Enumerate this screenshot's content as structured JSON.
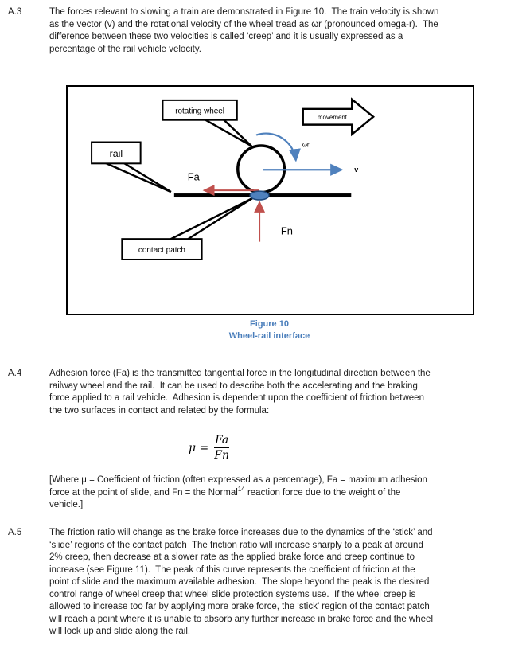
{
  "document": {
    "sections": [
      {
        "label": "A.3",
        "text": "The forces relevant to slowing a train are demonstrated in Figure 10.  The train velocity is shown\nas the vector (v) and the rotational velocity of the wheel tread as ωr (pronounced omega-r).  The\ndifference between these two velocities is called ‘creep’ and it is usually expressed as a\npercentage of the rail vehicle velocity."
      },
      {
        "label": "A.4",
        "text": "Adhesion force (Fa) is the transmitted tangential force in the longitudinal direction between the\nrailway wheel and the rail.  It can be used to describe both the accelerating and the braking\nforce applied to a rail vehicle.  Adhesion is dependent upon the coefficient of friction between\nthe two surfaces in contact and related by the formula:"
      },
      {
        "label": "A.5",
        "text": "The friction ratio will change as the brake force increases due to the dynamics of the ‘stick’ and\n‘slide’ regions of the contact patch  The friction ratio will increase sharply to a peak at around\n2% creep, then decrease at a slower rate as the applied brake force and creep continue to\nincrease (see Figure 11).  The peak of this curve represents the coefficient of friction at the\npoint of slide and the maximum available adhesion.  The slope beyond the peak is the desired\ncontrol range of wheel creep that wheel slide protection systems use.  If the wheel creep is\nallowed to increase too far by applying more brake force, the ‘stick’ region of the contact patch\nwill reach a point where it is unable to absorb any further increase in brake force and the wheel\nwill lock up and slide along the rail."
      }
    ],
    "formula": {
      "lhs": "μ =",
      "numerator": "Fa",
      "denominator": "Fn"
    },
    "where_note": {
      "before_sup": "[Where μ = Coefficient of friction (often expressed as a percentage), Fa = maximum adhesion\nforce at the point of slide, and Fn = the Normal",
      "sup": "14",
      "after_sup": " reaction force due to the weight of the\nvehicle.]"
    }
  },
  "figure": {
    "caption": {
      "line1": "Figure 10",
      "line2": "Wheel-rail interface"
    },
    "callouts": {
      "rotating_wheel": "rotating wheel",
      "rail": "rail",
      "contact_patch": "contact patch"
    },
    "movement_label": "movement",
    "labels": {
      "fa": "Fa",
      "fn": "Fn",
      "omega_r": "ωr",
      "velocity": "v"
    },
    "colors": {
      "arrow_blue": "#4f81bd",
      "arrow_red": "#c0504d",
      "caption_blue": "#4a7ebb",
      "contact_patch_fill": "#4f81bd",
      "contact_patch_border": "#1f497d"
    }
  }
}
